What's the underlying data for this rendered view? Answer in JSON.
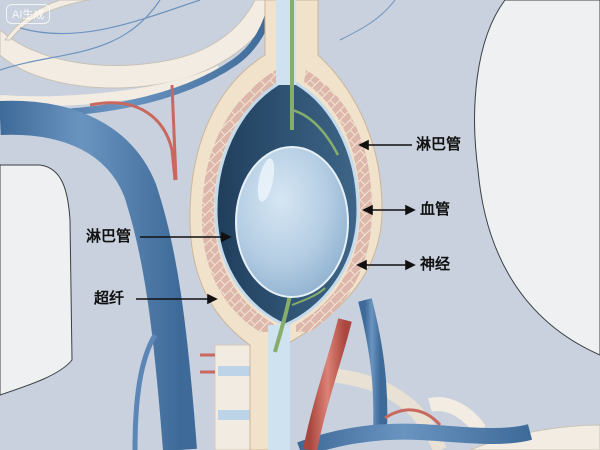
{
  "watermark": {
    "text": "AI生成"
  },
  "diagram": {
    "subject": "lymph node cross-section with surrounding vessels",
    "labels": {
      "right_top": "淋巴管",
      "right_middle": "血管",
      "right_bottom": "神经",
      "left_top": "淋巴管",
      "left_bottom": "超纤"
    }
  },
  "colors": {
    "background": "#c9d2de",
    "skin_light": "#eef0f2",
    "vein_blue": "#5b86b5",
    "vein_blue_dark": "#3f6a9a",
    "artery_red": "#c8685e",
    "capsule_outer": "#f1e2cc",
    "capsule_pattern": "#d7b1a4",
    "cavity_dark": "#2d4f6f",
    "node_blue": "#b7d0e6",
    "nerve_green": "#86ad6a",
    "bone_cream": "#f2ece2",
    "label_text": "#111111"
  }
}
